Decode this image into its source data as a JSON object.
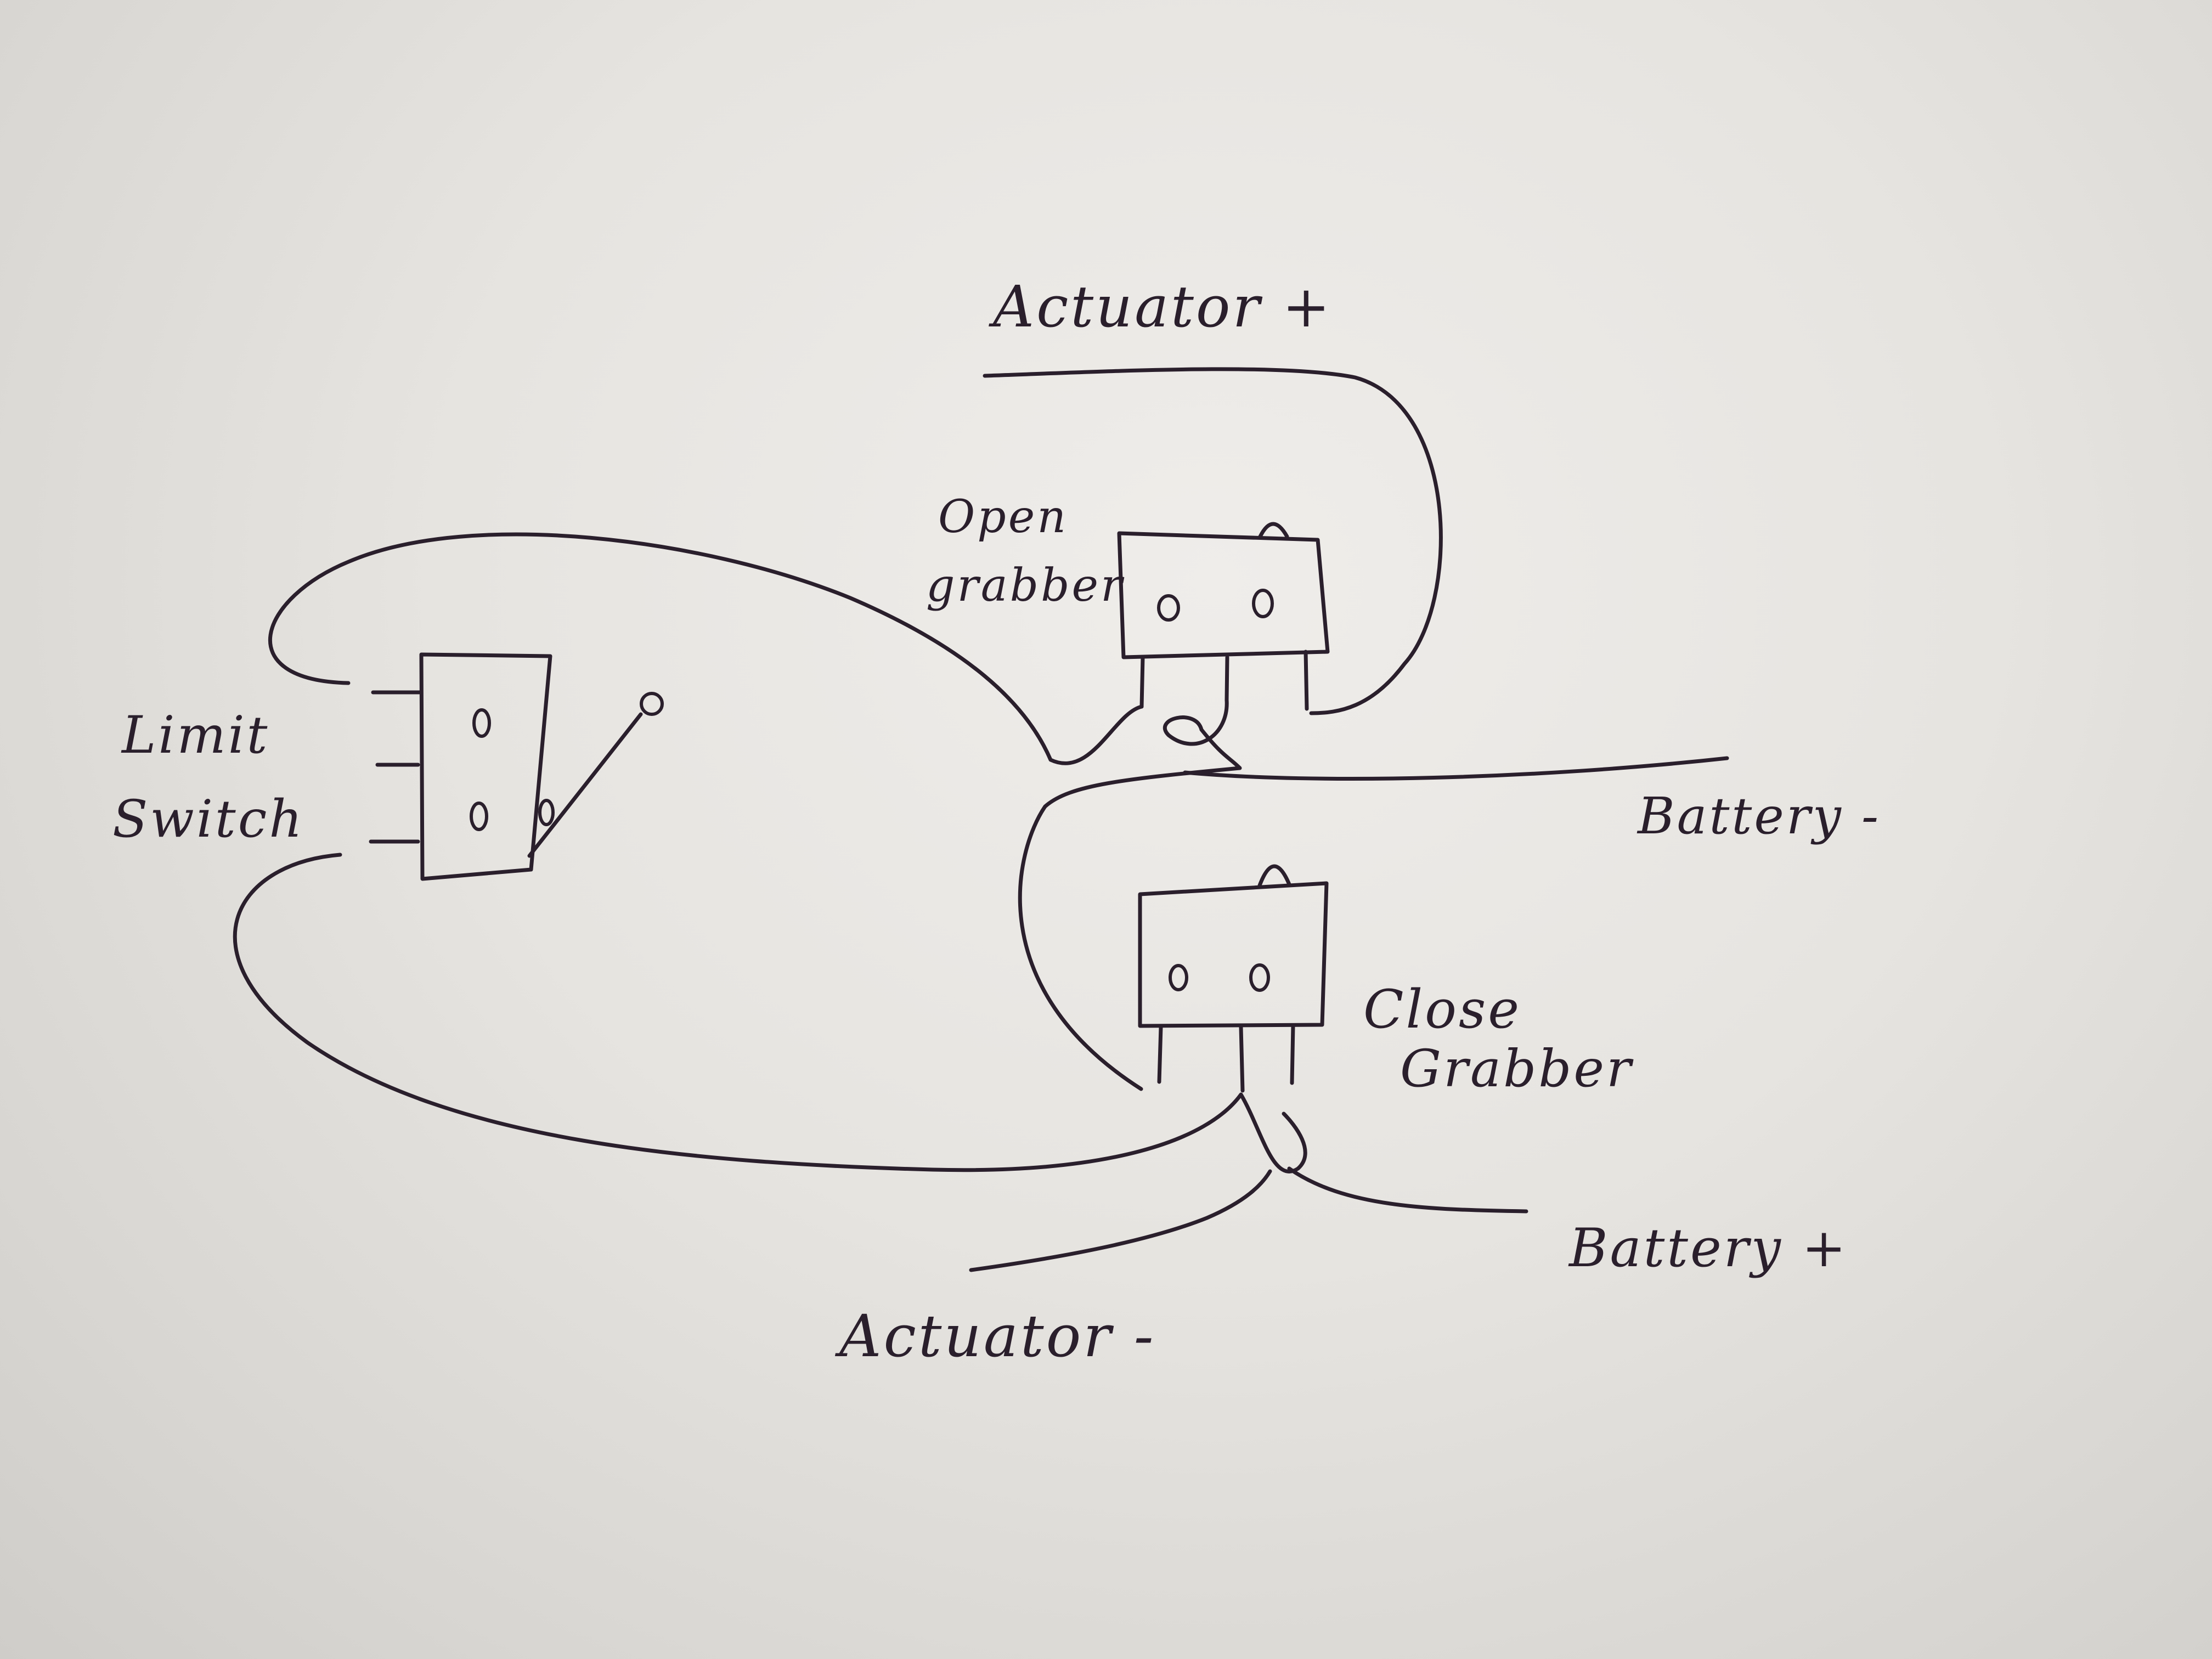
{
  "labels": {
    "actuator_plus": "Actuator +",
    "open_grabber_line1": "Open",
    "open_grabber_line2": "grabber",
    "limit_switch_line1": "Limit",
    "limit_switch_line2": "Switch",
    "battery_minus": "Battery -",
    "close_grabber_line1": "Close",
    "close_grabber_line2": "Grabber",
    "battery_plus": "Battery +",
    "actuator_minus": "Actuator -"
  },
  "colors": {
    "ink": "#2a1f2c",
    "paper": "#e8e6e2"
  }
}
